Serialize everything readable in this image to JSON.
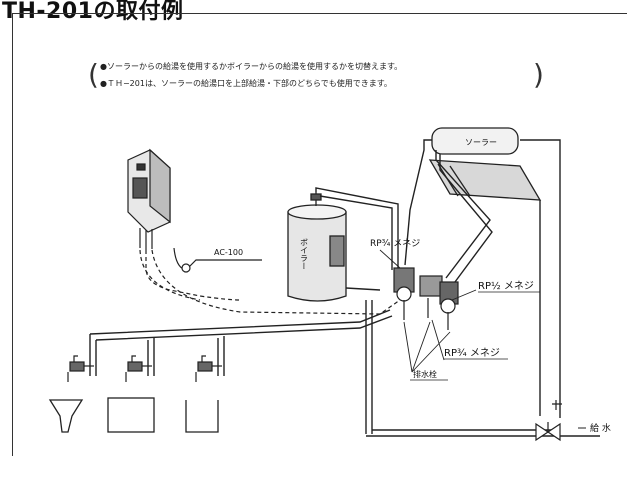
{
  "title": "TH-201の取付例",
  "notes": [
    "●ソーラーからの給湯を使用するかボイラーからの給湯を使用するかを切替えます。",
    "●ＴＨ−201は、ソーラーの給湯口を上部給湯・下部のどちらでも使用できます。"
  ],
  "labels": {
    "solar": "ソーラー",
    "boiler": "ボイラー",
    "ac": "AC-100",
    "rp34_top": "RP¾ メネジ",
    "rp12": "RP½ メネジ",
    "rp34_bottom": "RP¾ メネジ",
    "drain": "排水栓",
    "water_supply": "給 水"
  }
}
